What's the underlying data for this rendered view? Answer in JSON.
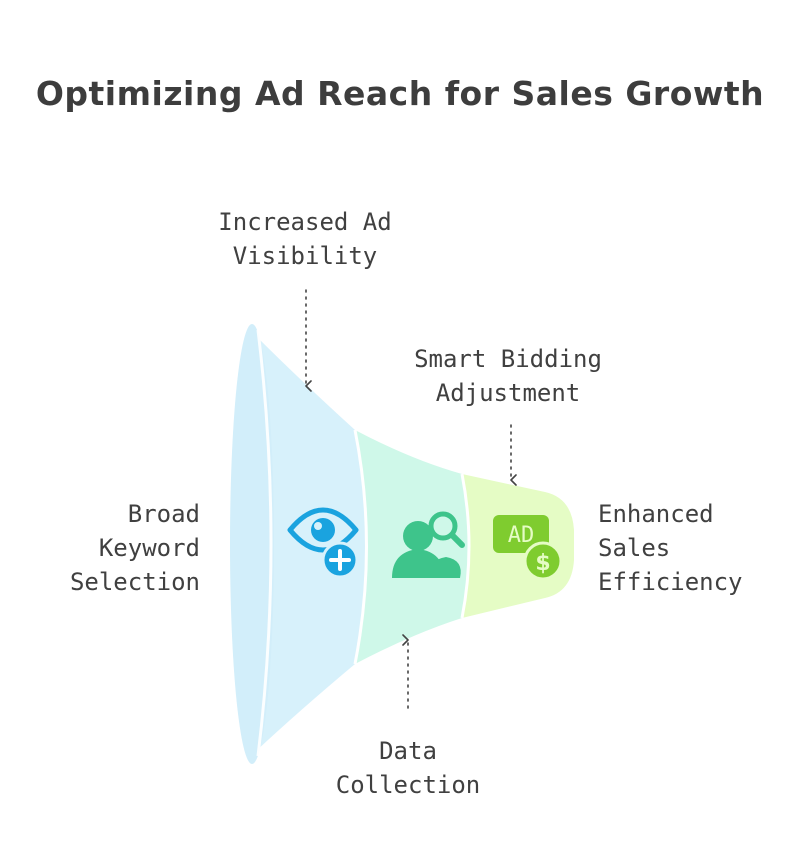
{
  "title": "Optimizing Ad Reach for Sales Growth",
  "labels": {
    "top_1": [
      "Increased Ad",
      "Visibility"
    ],
    "top_2": [
      "Smart Bidding",
      "Adjustment"
    ],
    "left": [
      "Broad",
      "Keyword",
      "Selection"
    ],
    "right": [
      "Enhanced",
      "Sales",
      "Efficiency"
    ],
    "bottom": [
      "Data",
      "Collection"
    ]
  },
  "stages": [
    {
      "icon": "eye-plus-icon",
      "color": "#d7f1fb"
    },
    {
      "icon": "people-search-icon",
      "color": "#cff8e9"
    },
    {
      "icon": "ad-dollar-icon",
      "color": "#e5fcc5"
    }
  ],
  "colors": {
    "blue_icon": "#1aa3df",
    "green_icon": "#3ec48b",
    "lime_icon": "#7fcc2f",
    "text": "#3f3f3f"
  }
}
